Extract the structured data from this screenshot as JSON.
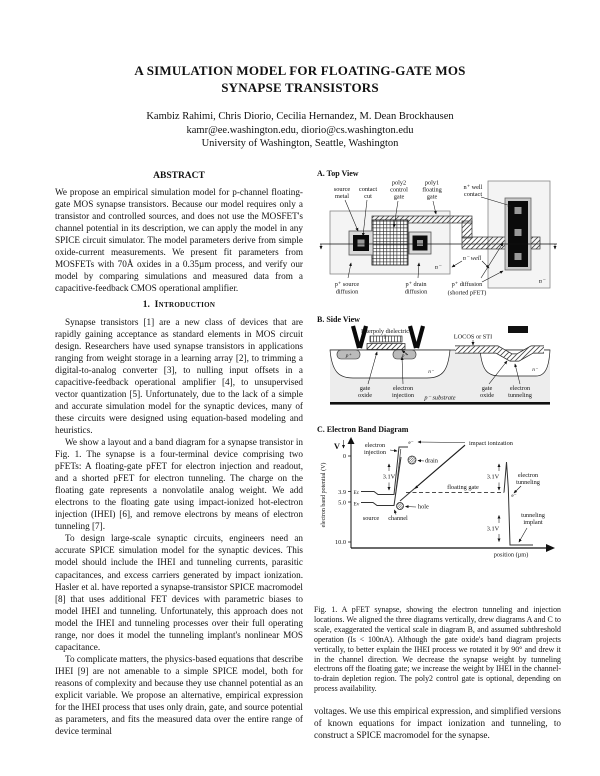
{
  "header": {
    "title_line1": "A SIMULATION MODEL FOR FLOATING-GATE MOS",
    "title_line2": "SYNAPSE TRANSISTORS",
    "authors": "Kambiz Rahimi, Chris Diorio, Cecilia Hernandez, M. Dean Brockhausen",
    "emails": "kamr@ee.washington.edu, diorio@cs.washington.edu",
    "affiliation": "University of Washington, Seattle, Washington"
  },
  "abstract": {
    "heading": "ABSTRACT",
    "body": "We propose an empirical simulation model for p-channel floating-gate MOS synapse transistors. Because our model requires only a transistor and controlled sources, and does not use the MOSFET's channel potential in its description, we can apply the model in any SPICE circuit simulator. The model parameters derive from simple oxide-current measurements. We present fit parameters from MOSFETs with 70Å oxides in a 0.35µm process, and verify our model by comparing simulations and measured data from a capacitive-feedback CMOS operational amplifier."
  },
  "introduction": {
    "number": "1.",
    "heading": "Introduction",
    "para1": "Synapse transistors [1] are a new class of devices that are rapidly gaining acceptance as standard elements in MOS circuit design. Researchers have used synapse transistors in applications ranging from weight storage in a learning array [2], to trimming a digital-to-analog converter [3], to nulling input offsets in a capacitive-feedback operational amplifier [4], to unsupervised vector quantization [5]. Unfortunately, due to the lack of a simple and accurate simulation model for the synaptic devices, many of these circuits were designed using equation-based modeling and heuristics.",
    "para2": "We show a layout and a band diagram for a synapse transistor in Fig. 1. The synapse is a four-terminal device comprising two pFETs: A floating-gate pFET for electron injection and readout, and a shorted pFET for electron tunneling. The charge on the floating gate represents a nonvolatile analog weight. We add electrons to the floating gate using impact-ionized hot-electron injection (IHEI) [6], and remove electrons by means of electron tunneling [7].",
    "para3": "To design large-scale synaptic circuits, engineers need an accurate SPICE simulation model for the synaptic devices. This model should include the IHEI and tunneling currents, parasitic capacitances, and excess carriers generated by impact ionization. Hasler et al. have reported a synapse-transistor SPICE macromodel [8] that uses additional FET devices with parametric biases to model IHEI and tunneling. Unfortunately, this approach does not model the IHEI and tunneling processes over their full operating range, nor does it model the tunneling implant's nonlinear MOS capacitance.",
    "para4": "To complicate matters, the physics-based equations that describe IHEI [9] are not amenable to a simple SPICE model, both for reasons of complexity and because they use channel potential as an explicit variable. We propose an alternative, empirical expression for the IHEI process that uses only drain, gate, and source potential as parameters, and fits the measured data over the entire range of device terminal"
  },
  "figure1": {
    "panelA": {
      "heading": "A. Top View",
      "source_metal_1": "source",
      "source_metal_2": "metal",
      "contact_cut_1": "contact",
      "contact_cut_2": "cut",
      "poly2_1": "poly2",
      "poly2_2": "control",
      "poly2_3": "gate",
      "poly1_1": "poly1",
      "poly1_2": "floating",
      "poly1_3": "gate",
      "well_contact_1": "n⁺ well",
      "well_contact_2": "contact",
      "p_source_1": "p⁺ source",
      "p_source_2": "diffusion",
      "p_drain_1": "p⁺ drain",
      "p_drain_2": "diffusion",
      "n_minus": "n⁻",
      "n_well": "n⁻ well",
      "p_diff_1": "p⁺ diffusion",
      "p_diff_2": "(shorted pFET)",
      "n_minus2": "n⁻"
    },
    "panelB": {
      "heading": "B. Side View",
      "interpoly": "Interpoly dielectric",
      "locos": "LOCOS or STI",
      "p_plus_1": "p⁺",
      "p_plus_2": "p⁺",
      "n_minus_1": "n⁻",
      "n_minus_2": "n⁻",
      "gate_oxide_1a": "gate",
      "gate_oxide_1b": "oxide",
      "injection_1": "electron",
      "injection_2": "injection",
      "substrate": "p⁻ substrate",
      "gate_oxide_2a": "gate",
      "gate_oxide_2b": "oxide",
      "tunneling_1": "electron",
      "tunneling_2": "tunneling"
    },
    "panelC": {
      "heading": "C. Electron Band Diagram",
      "v_axis": "V",
      "y_label": "electron band potential (V)",
      "tick0": "0",
      "tick39": "3.9",
      "tick50": "5.0",
      "tick100": "10.0",
      "ec": "Ec",
      "ev": "Ev",
      "injection_1": "electron",
      "injection_2": "injection",
      "e_top": "e⁻",
      "impact": "impact ionization",
      "drain": "drain",
      "v31_left": "3.1V",
      "v31_topright": "3.1V",
      "v31_bottomright": "3.1V",
      "floating_gate": "floating gate",
      "hole": "hole",
      "source": "source",
      "channel": "channel",
      "e_right": "e⁻",
      "etunnel_1": "electron",
      "etunnel_2": "tunneling",
      "implant_1": "tunneling",
      "implant_2": "implant",
      "xlabel": "position (µm)"
    },
    "caption": "Fig. 1. A pFET synapse, showing the electron tunneling and injection locations. We aligned the three diagrams vertically, drew diagrams A and C to scale, exaggerated the vertical scale in diagram B, and assumed subthreshold operation (Is < 100nA). Although the gate oxide's band diagram projects vertically, to better explain the IHEI process we rotated it by 90° and drew it in the channel direction. We decrease the synapse weight by tunneling electrons off the floating gate; we increase the weight by IHEI in the channel-to-drain depletion region. The poly2 control gate is optional, depending on process availability."
  },
  "right_column": {
    "cont_para": "voltages. We use this empirical expression, and simplified versions of known equations for impact ionization and tunneling, to construct a SPICE macromodel for the synapse."
  }
}
